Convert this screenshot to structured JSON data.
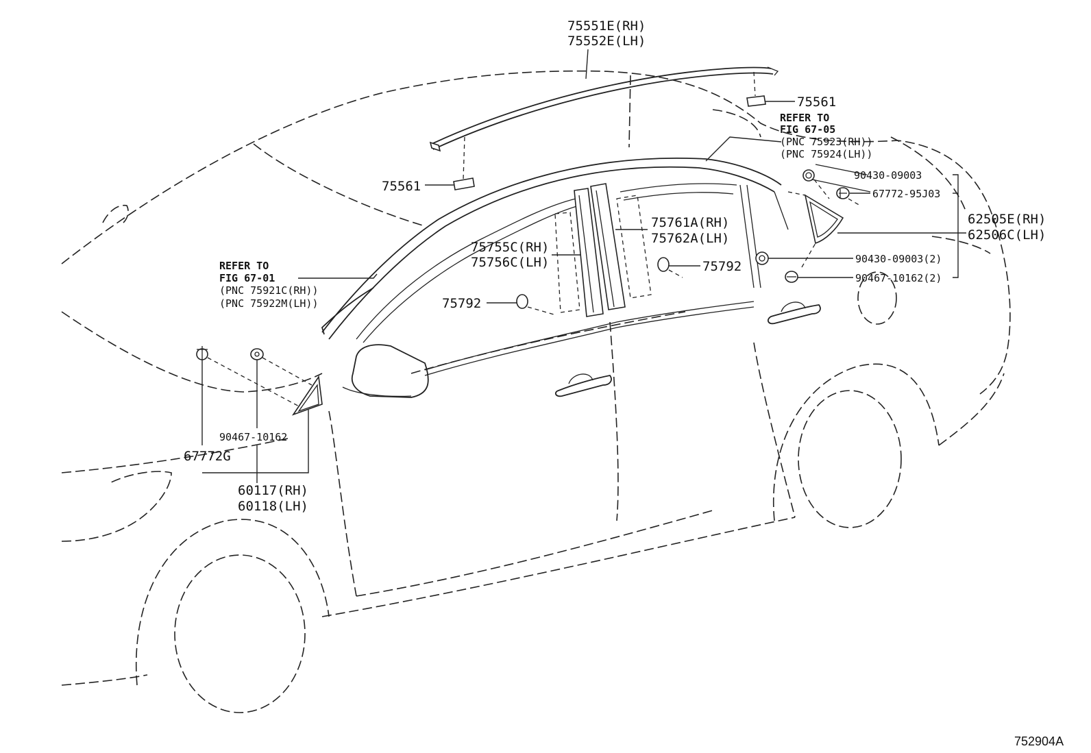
{
  "figure_id": "752904A",
  "parts": {
    "roof_molding_rh": "75551E(RH)",
    "roof_molding_lh": "75552E(LH)",
    "clip_rear": "75561",
    "clip_front": "75561",
    "pillar_garnish_a_rh": "75761A(RH)",
    "pillar_garnish_a_lh": "75762A(LH)",
    "pillar_garnish_c_rh": "75755C(RH)",
    "pillar_garnish_c_lh": "75756C(LH)",
    "clip_75792_right": "75792",
    "clip_75792_left": "75792",
    "quarter_panel_rh": "62505E(RH)",
    "quarter_panel_lh": "62506C(LH)",
    "rear_clip_1": "90430-09003",
    "rear_clip_2": "67772-95J03",
    "rear_clip_3": "90430-09003(2)",
    "rear_clip_4": "90467-10162(2)",
    "front_clip_1": "90467-10162",
    "front_clip_2": "67772G",
    "mirror_garnish_rh": "60117(RH)",
    "mirror_garnish_lh": "60118(LH)"
  },
  "refs": {
    "rear": {
      "line1": "REFER TO",
      "line2": "FIG 67-05",
      "line3": "(PNC 75923(RH))",
      "line4": "(PNC 75924(LH))"
    },
    "front": {
      "line1": "REFER TO",
      "line2": "FIG 67-01",
      "line3": "(PNC 75921C(RH))",
      "line4": "(PNC 75922M(LH))"
    }
  }
}
